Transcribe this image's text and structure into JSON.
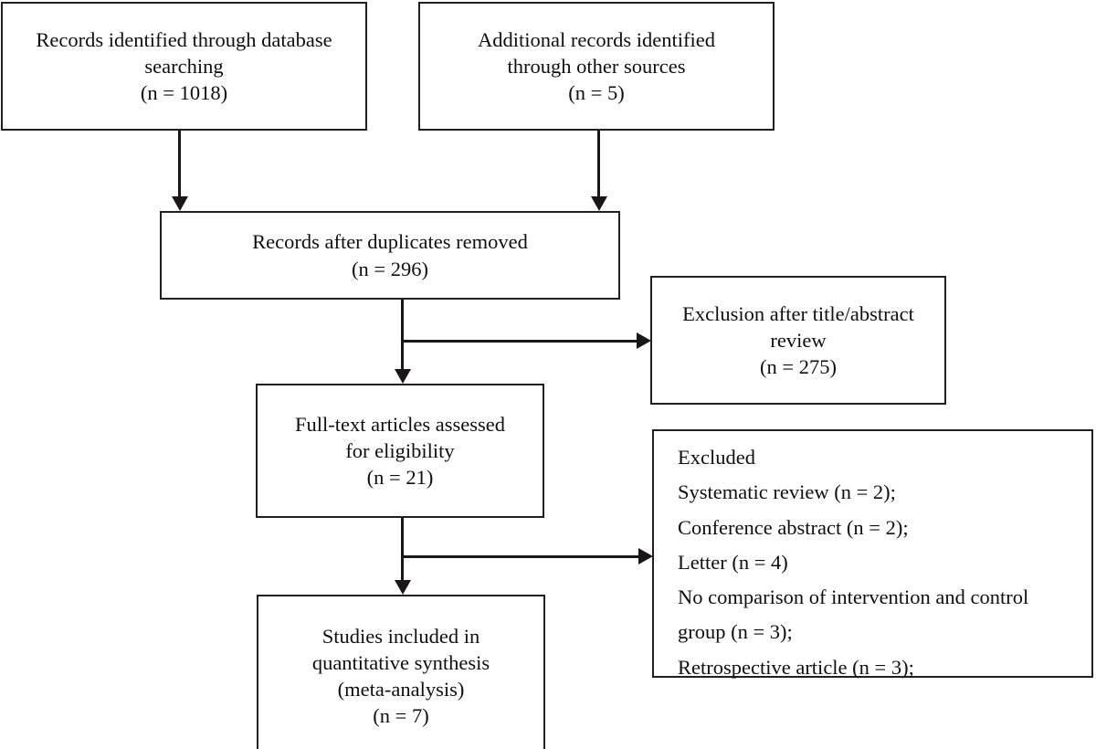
{
  "diagram": {
    "type": "prisma-flow-diagram",
    "nodes": {
      "identified_database": {
        "lines": [
          "Records identified through database",
          "searching",
          "(n = 1018)"
        ],
        "count": 1018
      },
      "identified_other": {
        "lines": [
          "Additional records identified",
          "through other sources",
          "(n = 5)"
        ],
        "count": 5
      },
      "after_duplicates": {
        "lines": [
          "Records after duplicates removed",
          "(n = 296)"
        ],
        "count": 296
      },
      "excluded_title_abstract": {
        "lines": [
          "Exclusion after title/abstract",
          "review",
          "(n = 275)"
        ],
        "count": 275
      },
      "fulltext_assessed": {
        "lines": [
          "Full-text articles assessed",
          "for eligibility",
          "(n = 21)"
        ],
        "count": 21
      },
      "excluded_reasons": {
        "lines": [
          "Excluded",
          "Systematic review (n = 2);",
          "Conference abstract (n = 2);",
          "Letter (n = 4)",
          "No comparison of intervention and control",
          "group (n = 3);",
          "Retrospective article (n = 3);"
        ],
        "reasons": [
          {
            "label": "Systematic review",
            "count": 2
          },
          {
            "label": "Conference abstract",
            "count": 2
          },
          {
            "label": "Letter",
            "count": 4
          },
          {
            "label": "No comparison of intervention and control group",
            "count": 3
          },
          {
            "label": "Retrospective article",
            "count": 3
          }
        ]
      },
      "included_synthesis": {
        "lines": [
          "Studies included in",
          "quantitative synthesis",
          "(meta-analysis)",
          "(n = 7)"
        ],
        "count": 7
      }
    },
    "colors": {
      "border": "#231f20",
      "connector": "#1a1718",
      "text": "#100f10",
      "background": "#ffffff"
    }
  }
}
